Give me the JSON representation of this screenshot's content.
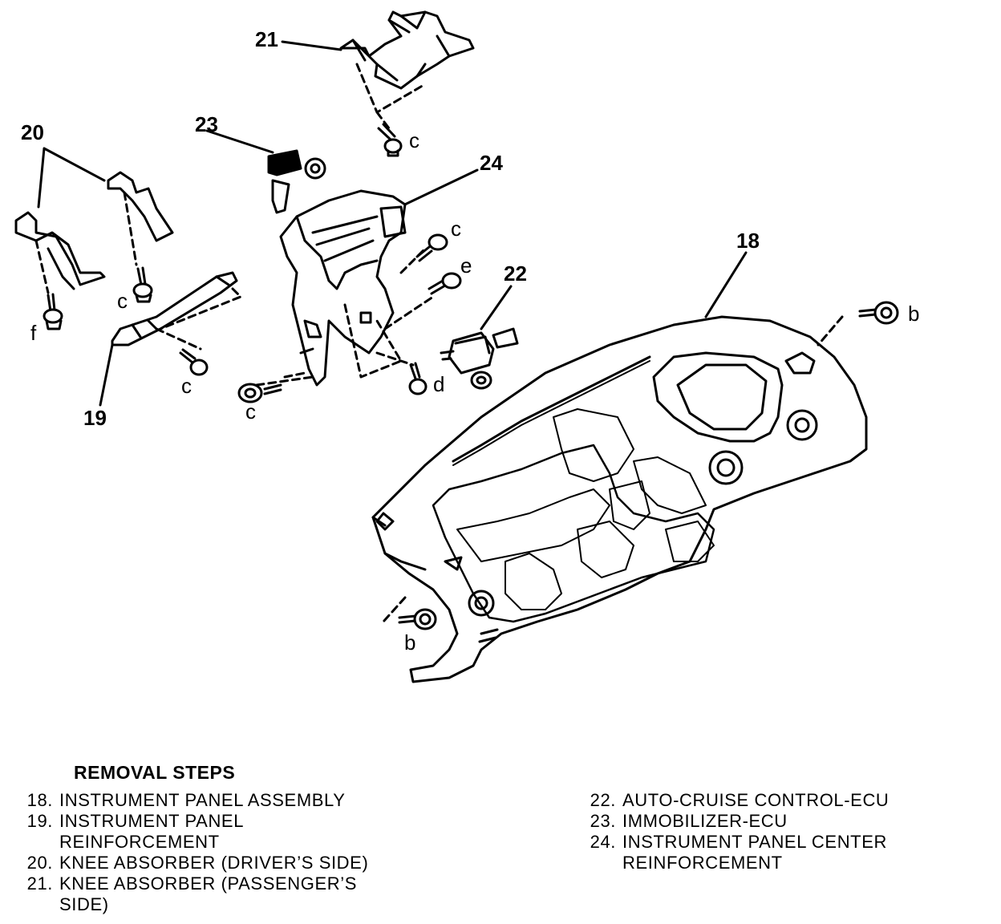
{
  "callouts": {
    "c18": "18",
    "c19": "19",
    "c20": "20",
    "c21": "21",
    "c22": "22",
    "c23": "23",
    "c24": "24"
  },
  "fastener_letters": {
    "c_top": "c",
    "c_mid": "c",
    "e": "e",
    "d": "d",
    "c_bottom": "c",
    "c_knee": "c",
    "c_reinf": "c",
    "f": "f",
    "b_right": "b",
    "b_left": "b"
  },
  "removal_steps": {
    "title": "REMOVAL STEPS",
    "left": [
      {
        "num": "18.",
        "lines": [
          "INSTRUMENT PANEL ASSEMBLY"
        ]
      },
      {
        "num": "19.",
        "lines": [
          "INSTRUMENT PANEL",
          "REINFORCEMENT"
        ]
      },
      {
        "num": "20.",
        "lines": [
          "KNEE ABSORBER (DRIVER’S SIDE)"
        ]
      },
      {
        "num": "21.",
        "lines": [
          "KNEE ABSORBER (PASSENGER’S",
          "SIDE)"
        ]
      }
    ],
    "right": [
      {
        "num": "22.",
        "lines": [
          "AUTO-CRUISE CONTROL-ECU"
        ]
      },
      {
        "num": "23.",
        "lines": [
          "IMMOBILIZER-ECU"
        ]
      },
      {
        "num": "24.",
        "lines": [
          "INSTRUMENT PANEL CENTER",
          "REINFORCEMENT"
        ]
      }
    ]
  }
}
